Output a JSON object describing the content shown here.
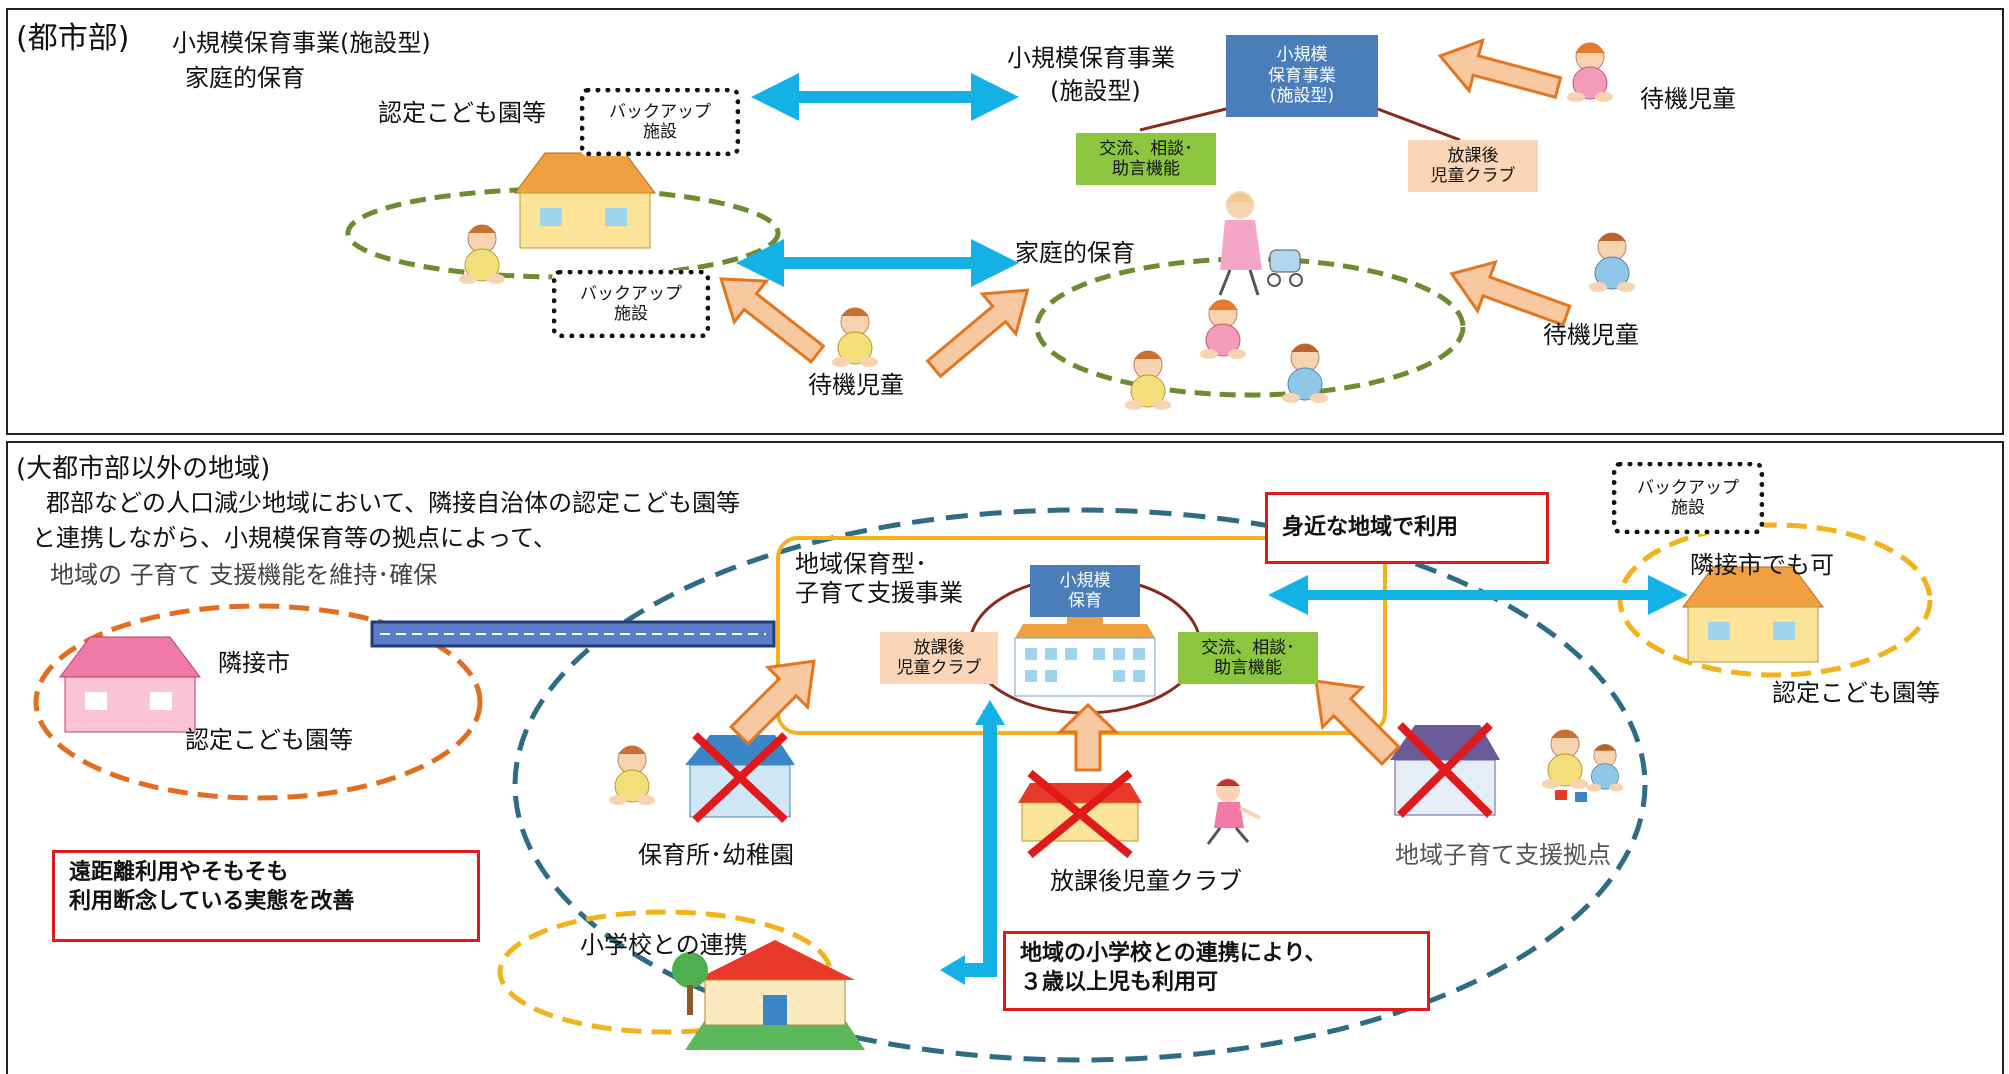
{
  "colors": {
    "blue_arrow": "#14b1e7",
    "orange_arrow": "#f3a96b",
    "orange_stroke": "#e3761f",
    "green_dash": "#6e8b2f",
    "teal_dash": "#2e6c86",
    "yellow_dash": "#f2b21b",
    "orange_dash": "#e26d1f",
    "red": "#e01a1a",
    "box_blue": "#4a7ebb",
    "box_green": "#8cc63f",
    "box_peach": "#fbd5b5"
  },
  "top": {
    "heading": "(都市部)",
    "heading_sub1": "小規模保育事業(施設型)",
    "heading_sub2": "家庭的保育",
    "nintei_label": "認定こども園等",
    "backup_top": "バックアップ\n施設",
    "backup_bottom": "バックアップ\n施設",
    "small_scale_label_line1": "小規模保育事業",
    "small_scale_label_line2": "(施設型)",
    "center_box": "小規模\n保育事業\n(施設型)",
    "exchange_box": "交流、相談･\n助言機能",
    "afterschool_box": "放課後\n児童クラブ",
    "waiting_1": "待機児童",
    "waiting_2": "待機児童",
    "waiting_3": "待機児童",
    "family_care": "家庭的保育"
  },
  "bottom": {
    "heading": "(大都市部以外の地域)",
    "desc_line1": "郡部などの人口減少地域において、隣接自治体の認定こども園等",
    "desc_line2": "と連携しながら、小規模保育等の拠点によって、",
    "desc_line3": "地域の 子育て 支援機能を維持･確保",
    "neighbor_city": "隣接市",
    "nintei_left": "認定こども園等",
    "red_box_left": "遠距離利用やそもそも\n利用断念している実態を改善",
    "red_box_top": "身近な地域で利用",
    "red_box_bottom": "地域の小学校との連携により、\n３歳以上児も利用可",
    "hub_title": "地域保育型･\n子育て支援事業",
    "hub_center": "小規模\n保育",
    "hub_afterschool": "放課後\n児童クラブ",
    "hub_exchange": "交流、相談･\n助言機能",
    "backup": "バックアップ\n施設",
    "neighbor_ok": "隣接市でも可",
    "nintei_right": "認定こども園等",
    "nursery": "保育所･幼稚園",
    "afterschool_club": "放課後児童クラブ",
    "regional_hub": "地域子育て支援拠点",
    "school_link": "小学校との連携"
  }
}
